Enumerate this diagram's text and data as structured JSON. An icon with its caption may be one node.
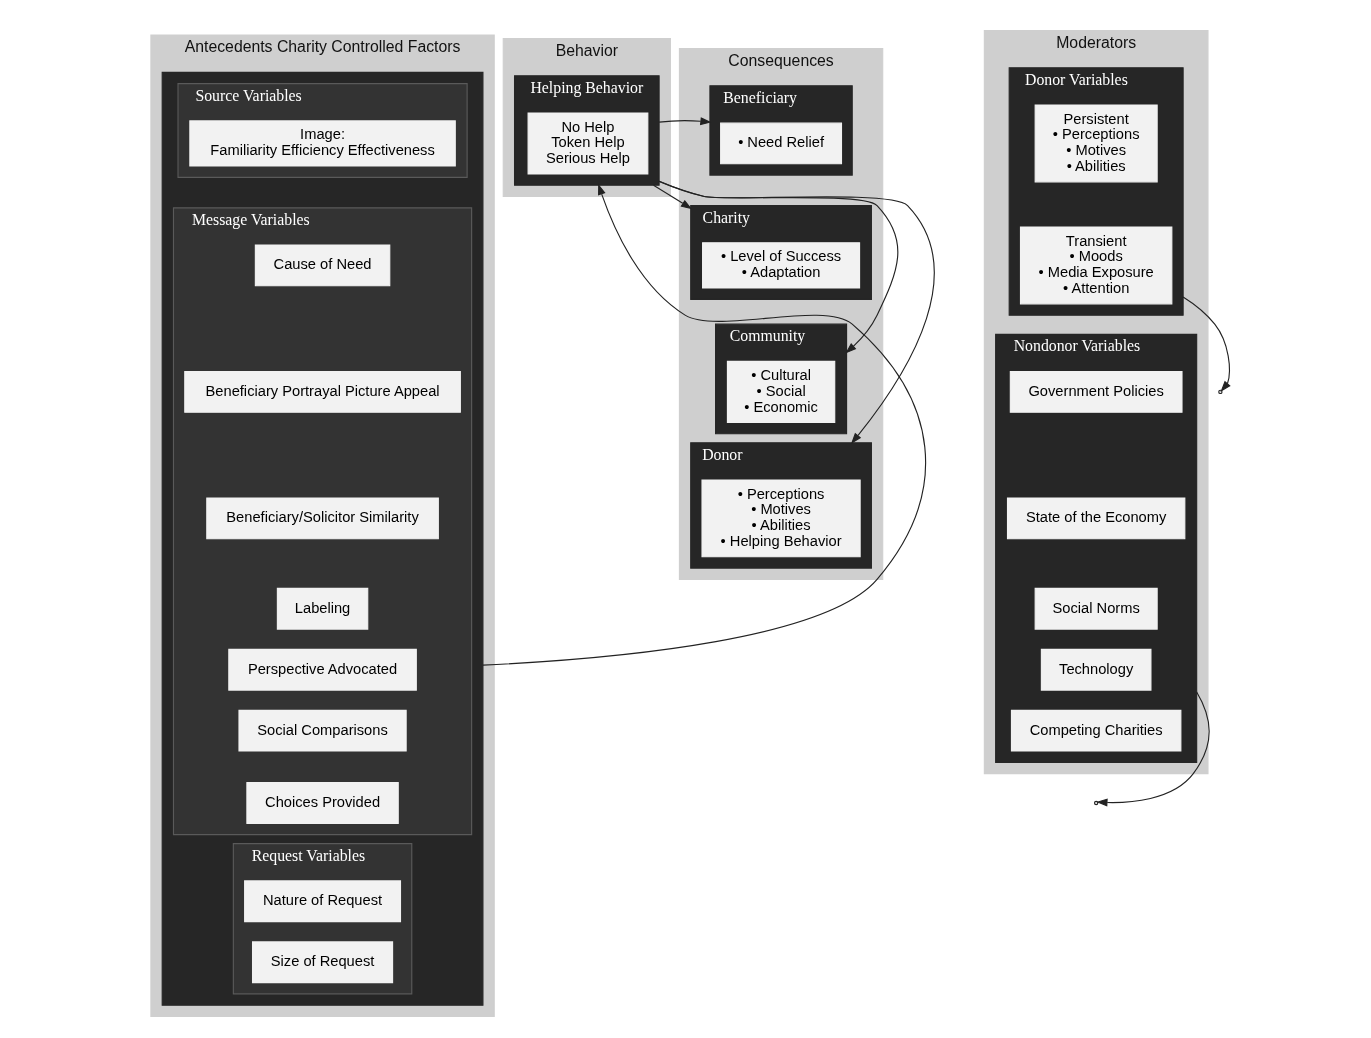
{
  "diagram": {
    "nodes": [
      {
        "text": [
          "Antecedents Charity Controlled Factors"
        ]
      },
      {
        "text": [],
        "shape": "box",
        "in": 0
      },
      {
        "text": [
          "Source Variables"
        ],
        "in": 1
      },
      {
        "text": [
          "Image:",
          "Familiarity Efficiency Effectiveness"
        ],
        "in": 2
      },
      {
        "text": [
          "Message Variables"
        ],
        "in": 1
      },
      {
        "text": [
          "Cause of Need"
        ],
        "in": 4
      },
      {
        "text": [
          "Beneficiary Portrayal Picture Appeal"
        ],
        "in": 4
      },
      {
        "text": [
          "Beneficiary/Solicitor Similarity"
        ],
        "in": 4
      },
      {
        "text": [
          "Labeling"
        ],
        "in": 4
      },
      {
        "text": [
          "Perspective Advocated"
        ],
        "in": 4
      },
      {
        "text": [
          "Social Comparisons"
        ],
        "in": 4
      },
      {
        "text": [
          "Choices Provided"
        ],
        "in": 4
      },
      {
        "text": [
          "Request Variables"
        ],
        "in": 1
      },
      {
        "text": [
          "Nature of Request"
        ],
        "in": 12
      },
      {
        "text": [
          "Size of Request"
        ],
        "in": 12
      },
      {
        "text": [
          "Moderators"
        ]
      },
      {
        "text": [
          "Donor Variables"
        ],
        "in": 15
      },
      {
        "text": [
          "Persistent",
          "• Perceptions",
          "• Motives",
          "• Abilities"
        ],
        "in": 16
      },
      {
        "text": [
          "Transient",
          "• Moods",
          "• Media Exposure",
          "• Attention"
        ],
        "in": 16
      },
      {
        "text": [
          "Nondonor Variables"
        ],
        "in": 15
      },
      {
        "text": [
          "Government Policies"
        ],
        "in": 19
      },
      {
        "text": [
          "State of the Economy"
        ],
        "in": 19
      },
      {
        "text": [
          "Social Norms"
        ],
        "in": 19
      },
      {
        "text": [
          "Technology"
        ],
        "in": 19
      },
      {
        "text": [
          "Competing Charities"
        ],
        "in": 19
      },
      {
        "text": [
          "Behavior"
        ]
      },
      {
        "text": [
          "Helping Behavior"
        ],
        "in": 25
      },
      {
        "text": [
          "No Help",
          "Token Help",
          "Serious Help"
        ],
        "in": 26
      },
      {
        "text": [
          "Consequences"
        ]
      },
      {
        "text": [
          "Beneficiary"
        ],
        "in": 28
      },
      {
        "text": [
          "• Need Relief"
        ],
        "in": 29
      },
      {
        "text": [
          "Charity"
        ],
        "in": 28
      },
      {
        "text": [
          "• Level of Success",
          "• Adaptation"
        ],
        "in": 31
      },
      {
        "text": [
          "Community"
        ],
        "in": 28
      },
      {
        "text": [
          "• Cultural",
          "• Social",
          "• Economic"
        ],
        "in": 33
      },
      {
        "text": [
          "Donor"
        ],
        "in": 28
      },
      {
        "text": [
          "• Perceptions",
          "• Motives",
          "• Abilities",
          "• Helping Behavior"
        ],
        "in": 35
      }
    ],
    "edges": [
      {
        "from": 1,
        "to": 26,
        "arrow": "to"
      },
      {
        "from": 16,
        "to": null,
        "arrow": "to"
      },
      {
        "from": 19,
        "to": null,
        "arrow": "to"
      },
      {
        "from": 26,
        "to": 29,
        "arrow": "to"
      },
      {
        "from": 26,
        "to": 31,
        "arrow": "to"
      },
      {
        "from": 26,
        "to": 33,
        "arrow": "to"
      },
      {
        "from": 26,
        "to": 35,
        "arrow": "to"
      }
    ]
  }
}
